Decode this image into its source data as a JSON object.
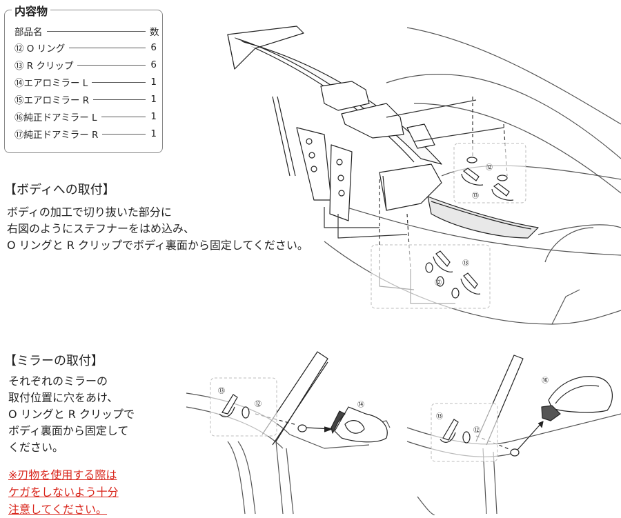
{
  "parts": {
    "title": "内容物",
    "header": {
      "name": "部品名",
      "qty": "数"
    },
    "items": [
      {
        "name": "⑫ O リング",
        "qty": "6"
      },
      {
        "name": "⑬ R クリップ",
        "qty": "6"
      },
      {
        "name": "⑭エアロミラー L",
        "qty": "1"
      },
      {
        "name": "⑮エアロミラー R",
        "qty": "1"
      },
      {
        "name": "⑯純正ドアミラー L",
        "qty": "1"
      },
      {
        "name": "⑰純正ドアミラー R",
        "qty": "1"
      }
    ]
  },
  "body_section": {
    "heading": "【ボディへの取付】",
    "lines": [
      "ボディの加工で切り抜いた部分に",
      "右図のようにステフナーをはめ込み、",
      "O リングと R クリップでボディ裏面から固定してください。"
    ]
  },
  "mirror_section": {
    "heading": "【ミラーの取付】",
    "lines": [
      "それぞれのミラーの",
      "取付位置に穴をあけ、",
      "O リングと R クリップで",
      "ボディ裏面から固定して",
      "ください。"
    ],
    "warning": [
      "※刃物を使用する際は",
      "ケガをしないよう十分",
      "注意してください。"
    ]
  },
  "callouts": {
    "o_ring": "⑫",
    "r_clip": "⑬",
    "aero_mirror": "⑭",
    "oem_mirror": "⑯"
  }
}
